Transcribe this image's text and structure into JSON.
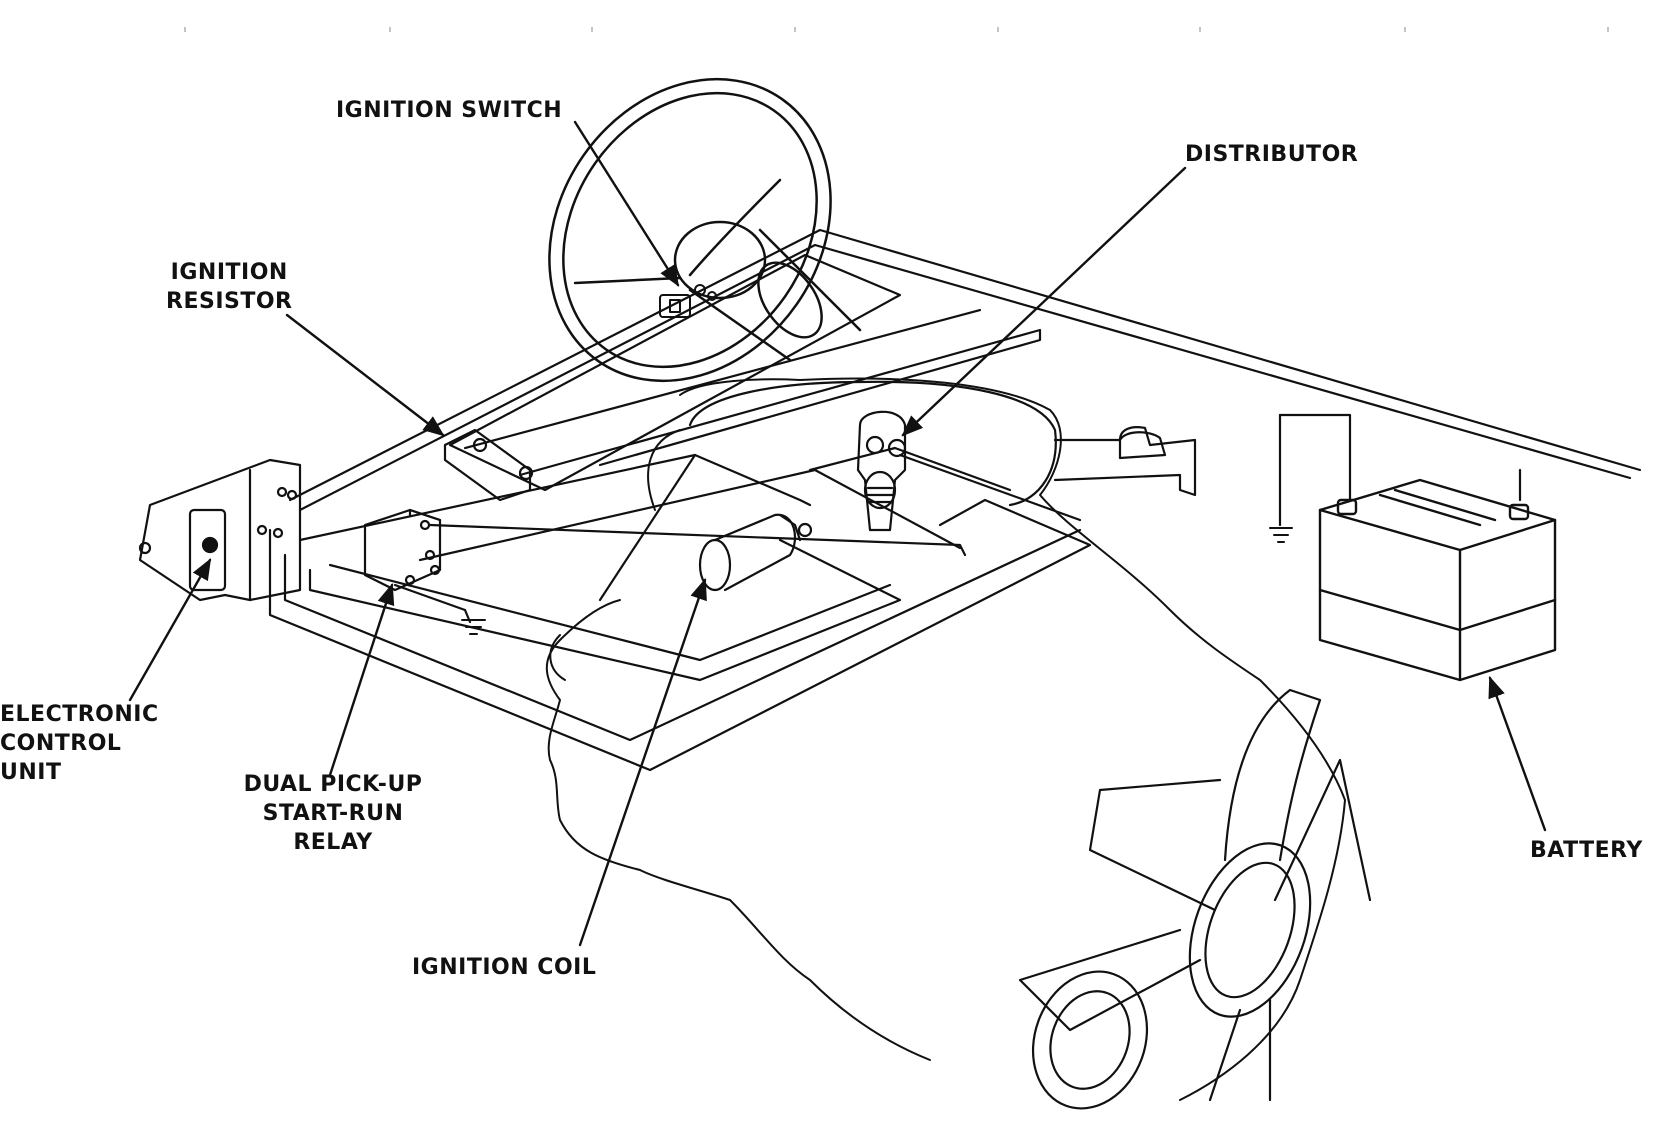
{
  "labels": {
    "ignition_switch": "IGNITION SWITCH",
    "distributor": "DISTRIBUTOR",
    "ignition_resistor": [
      "IGNITION",
      "RESISTOR"
    ],
    "electronic_control_unit": [
      "ELECTRONIC",
      "CONTROL",
      "UNIT"
    ],
    "dual_pickup_relay": [
      "DUAL PICK-UP",
      "START-RUN",
      "RELAY"
    ],
    "ignition_coil": "IGNITION COIL",
    "battery": "BATTERY"
  }
}
